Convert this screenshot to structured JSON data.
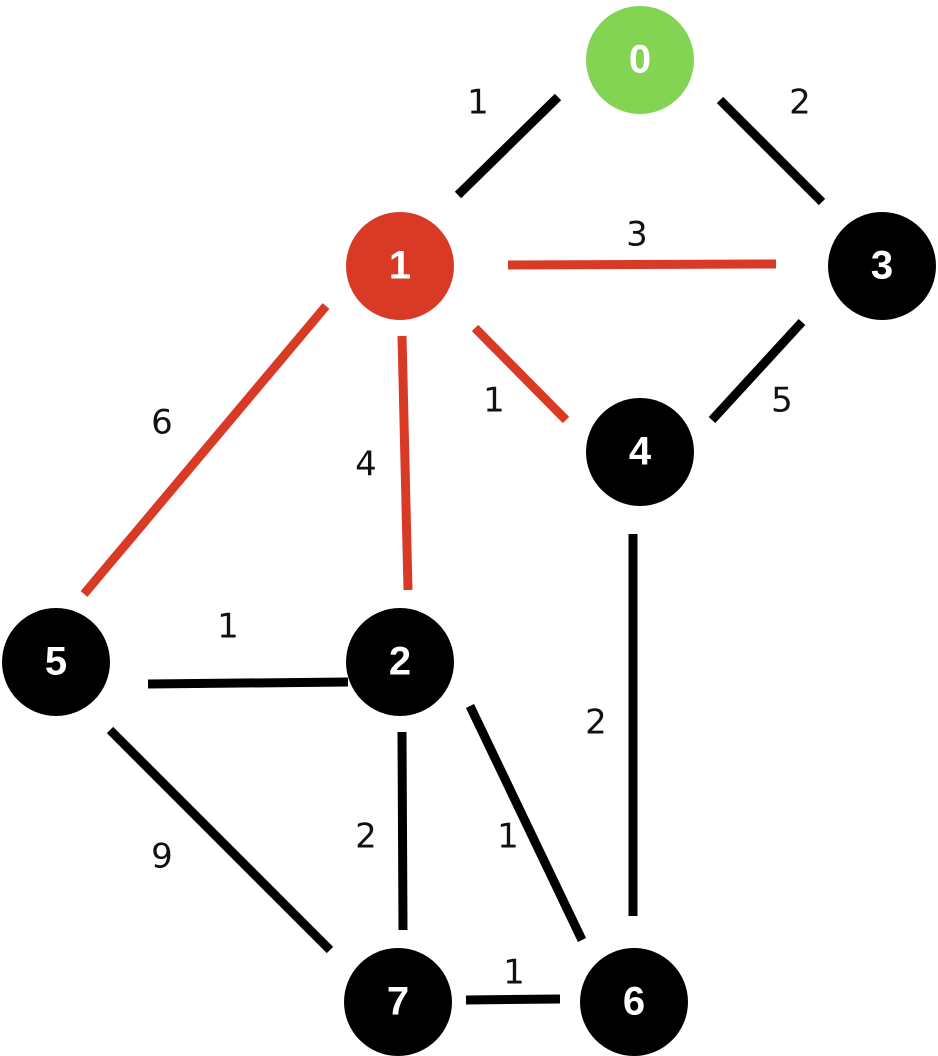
{
  "colors": {
    "start_node": "#84d454",
    "current_node": "#d93a26",
    "default_node": "#000000",
    "highlight_edge": "#d93a26",
    "default_edge": "#000000"
  },
  "nodes": [
    {
      "id": "0",
      "label": "0",
      "state": "start"
    },
    {
      "id": "1",
      "label": "1",
      "state": "current"
    },
    {
      "id": "2",
      "label": "2",
      "state": "default"
    },
    {
      "id": "3",
      "label": "3",
      "state": "default"
    },
    {
      "id": "4",
      "label": "4",
      "state": "default"
    },
    {
      "id": "5",
      "label": "5",
      "state": "default"
    },
    {
      "id": "6",
      "label": "6",
      "state": "default"
    },
    {
      "id": "7",
      "label": "7",
      "state": "default"
    }
  ],
  "edges": [
    {
      "from": "0",
      "to": "1",
      "weight": "1",
      "highlight": false
    },
    {
      "from": "0",
      "to": "3",
      "weight": "2",
      "highlight": false
    },
    {
      "from": "1",
      "to": "3",
      "weight": "3",
      "highlight": true
    },
    {
      "from": "1",
      "to": "4",
      "weight": "1",
      "highlight": true
    },
    {
      "from": "1",
      "to": "2",
      "weight": "4",
      "highlight": true
    },
    {
      "from": "1",
      "to": "5",
      "weight": "6",
      "highlight": true
    },
    {
      "from": "3",
      "to": "4",
      "weight": "5",
      "highlight": false
    },
    {
      "from": "4",
      "to": "6",
      "weight": "2",
      "highlight": false
    },
    {
      "from": "5",
      "to": "2",
      "weight": "1",
      "highlight": false
    },
    {
      "from": "5",
      "to": "7",
      "weight": "9",
      "highlight": false
    },
    {
      "from": "2",
      "to": "7",
      "weight": "2",
      "highlight": false
    },
    {
      "from": "2",
      "to": "6",
      "weight": "1",
      "highlight": false
    },
    {
      "from": "7",
      "to": "6",
      "weight": "1",
      "highlight": false
    }
  ]
}
